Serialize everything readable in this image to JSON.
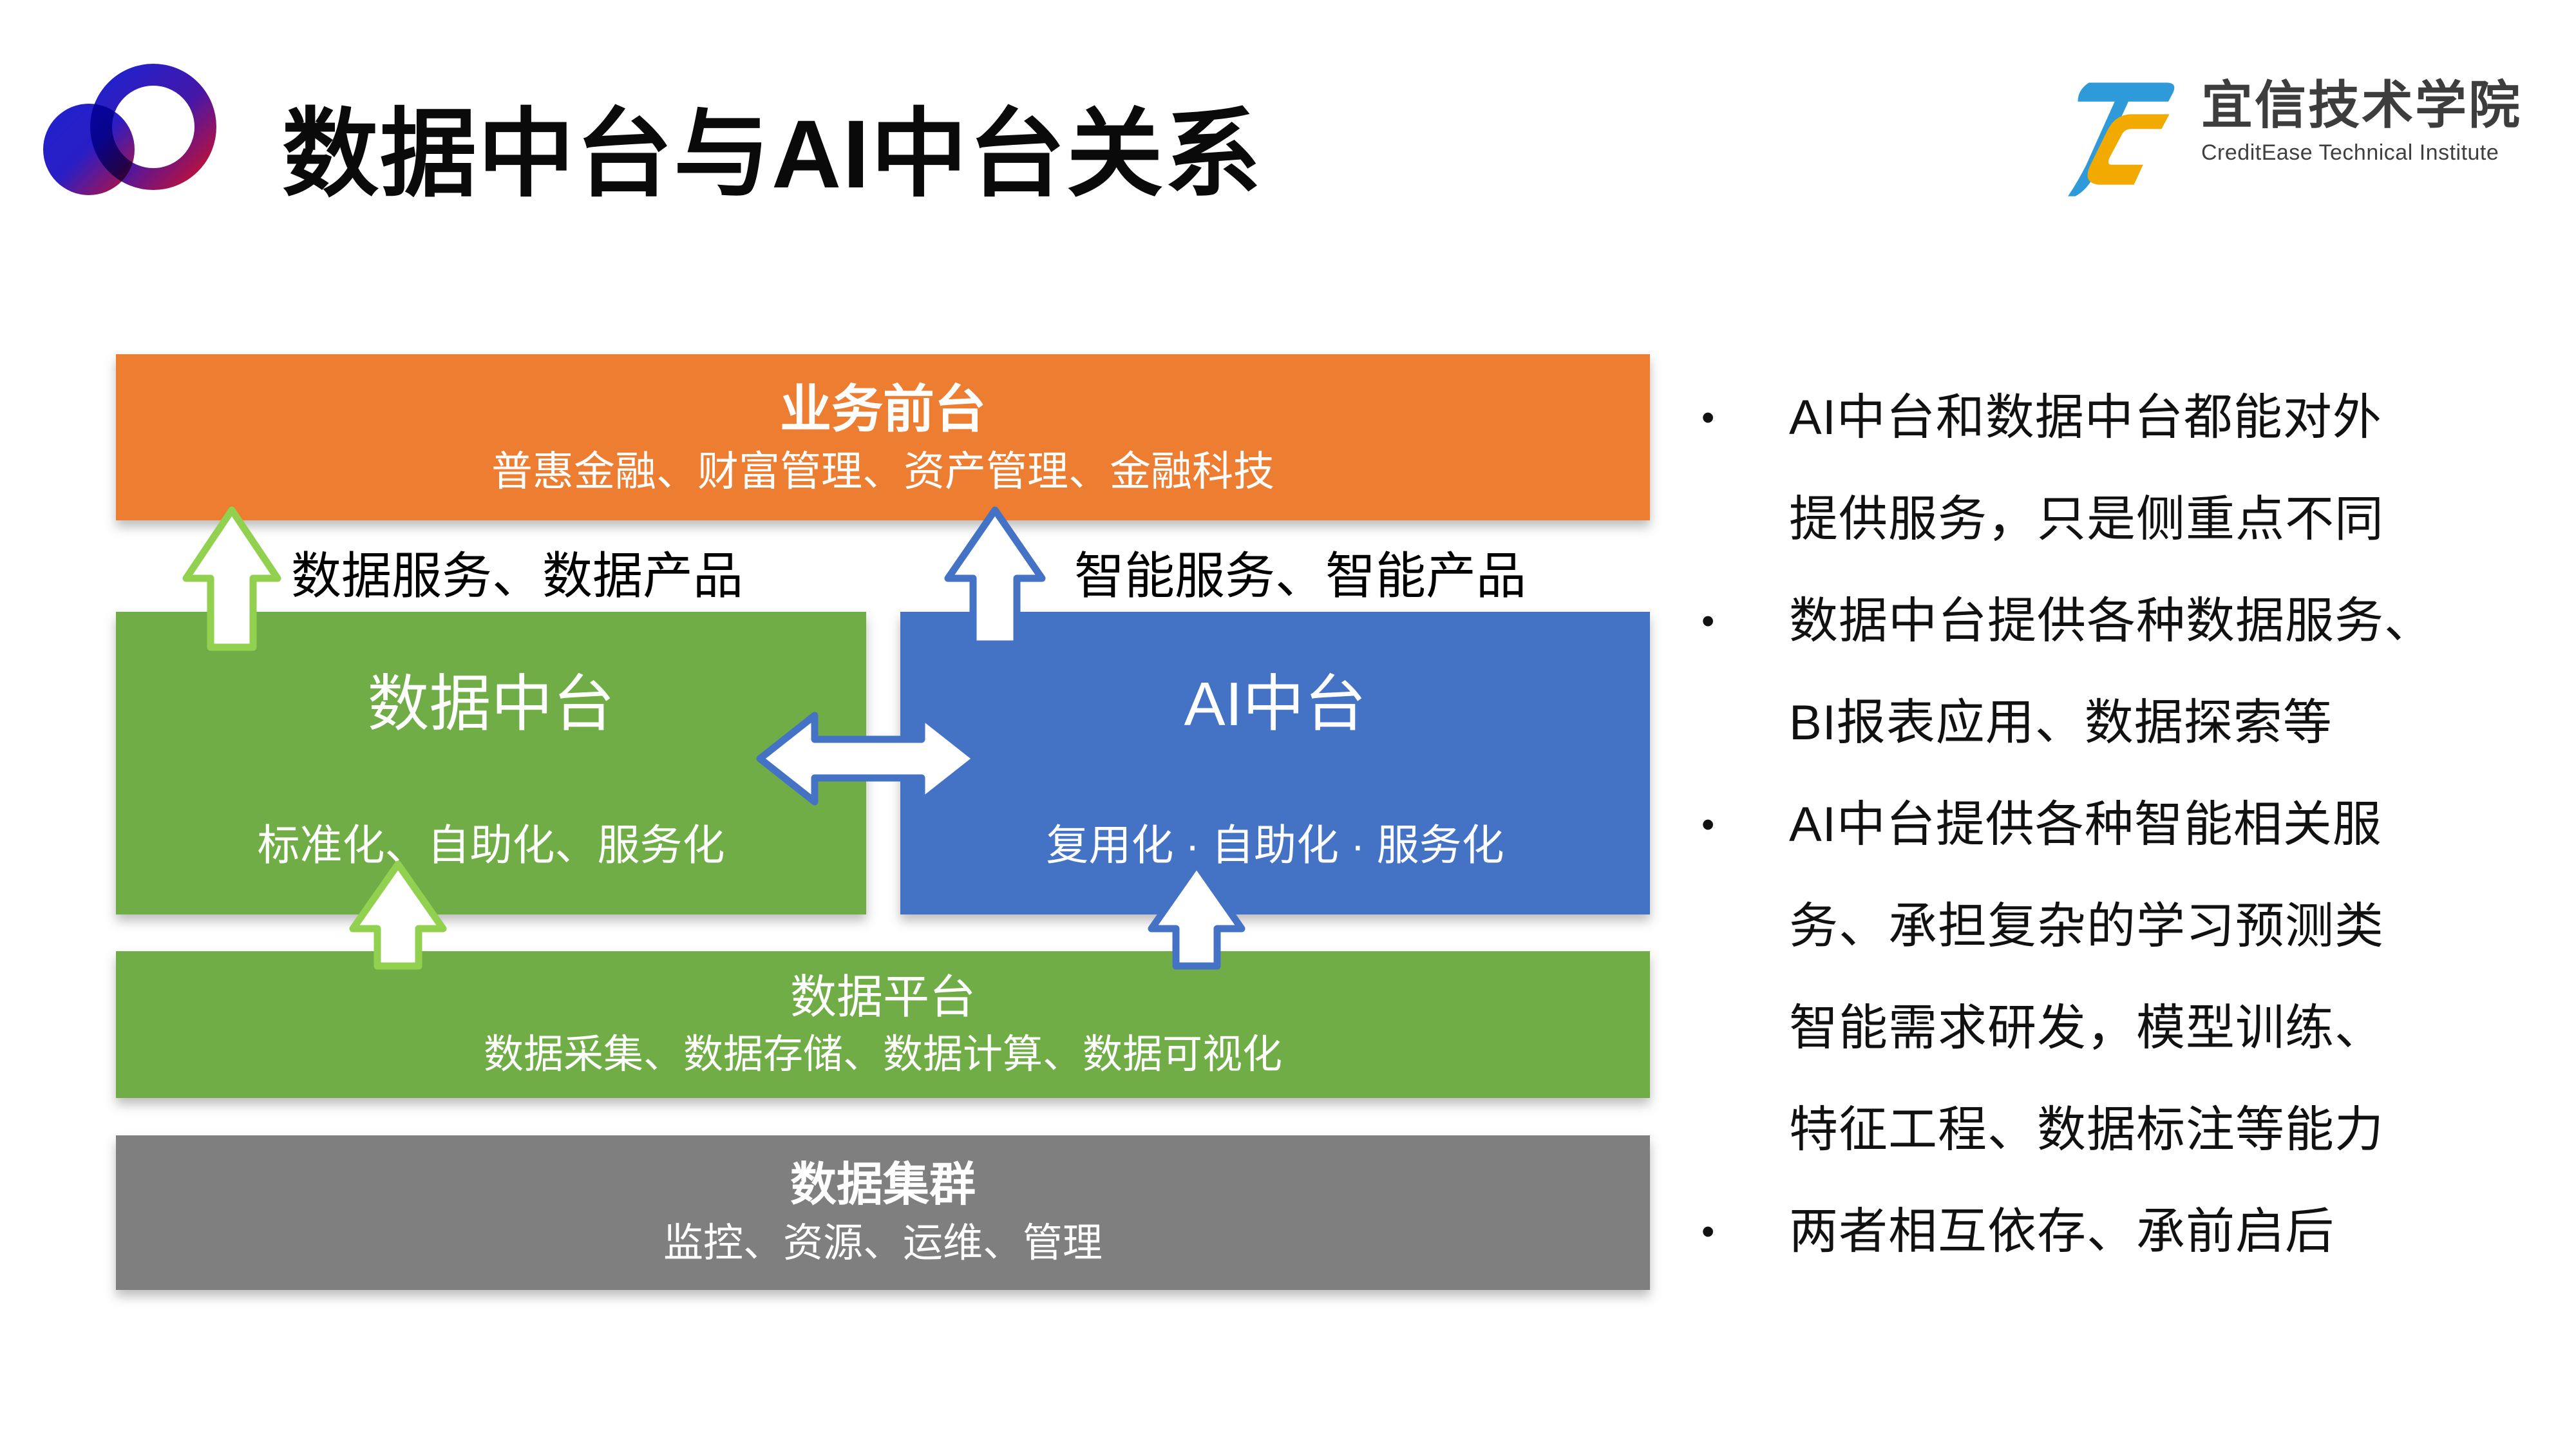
{
  "slide": {
    "title": "数据中台与AI中台关系",
    "brand": {
      "name_zh": "宜信技术学院",
      "name_en": "CreditEase Technical Institute"
    }
  },
  "diagram": {
    "front_office": {
      "title": "业务前台",
      "subtitle": "普惠金融、财富管理、资产管理、金融科技",
      "color": "#ED7D31"
    },
    "flow_labels": {
      "left": "数据服务、数据产品",
      "right": "智能服务、智能产品"
    },
    "data_middle_platform": {
      "title": "数据中台",
      "subtitle": "标准化、自助化、服务化",
      "color": "#70AD47"
    },
    "ai_middle_platform": {
      "title": "AI中台",
      "subtitle": "复用化 · 自助化 · 服务化",
      "color": "#4472C4"
    },
    "data_platform": {
      "title": "数据平台",
      "subtitle": "数据采集、数据存储、数据计算、数据可视化",
      "color": "#70AD47"
    },
    "data_cluster": {
      "title": "数据集群",
      "subtitle": "监控、资源、运维、管理",
      "color": "#7F7F7F"
    },
    "arrow_colors": {
      "green_outline": "#92D050",
      "blue_outline": "#4472C4",
      "fill": "#FFFFFF"
    }
  },
  "notes": {
    "bullets": [
      "AI中台和数据中台都能对外\n提供服务，只是侧重点不同",
      "数据中台提供各种数据服务、\nBI报表应用、数据探索等",
      "AI中台提供各种智能相关服\n务、承担复杂的学习预测类\n智能需求研发，模型训练、\n特征工程、数据标注等能力",
      "两者相互依存、承前启后"
    ],
    "bullet_marker": "•"
  }
}
